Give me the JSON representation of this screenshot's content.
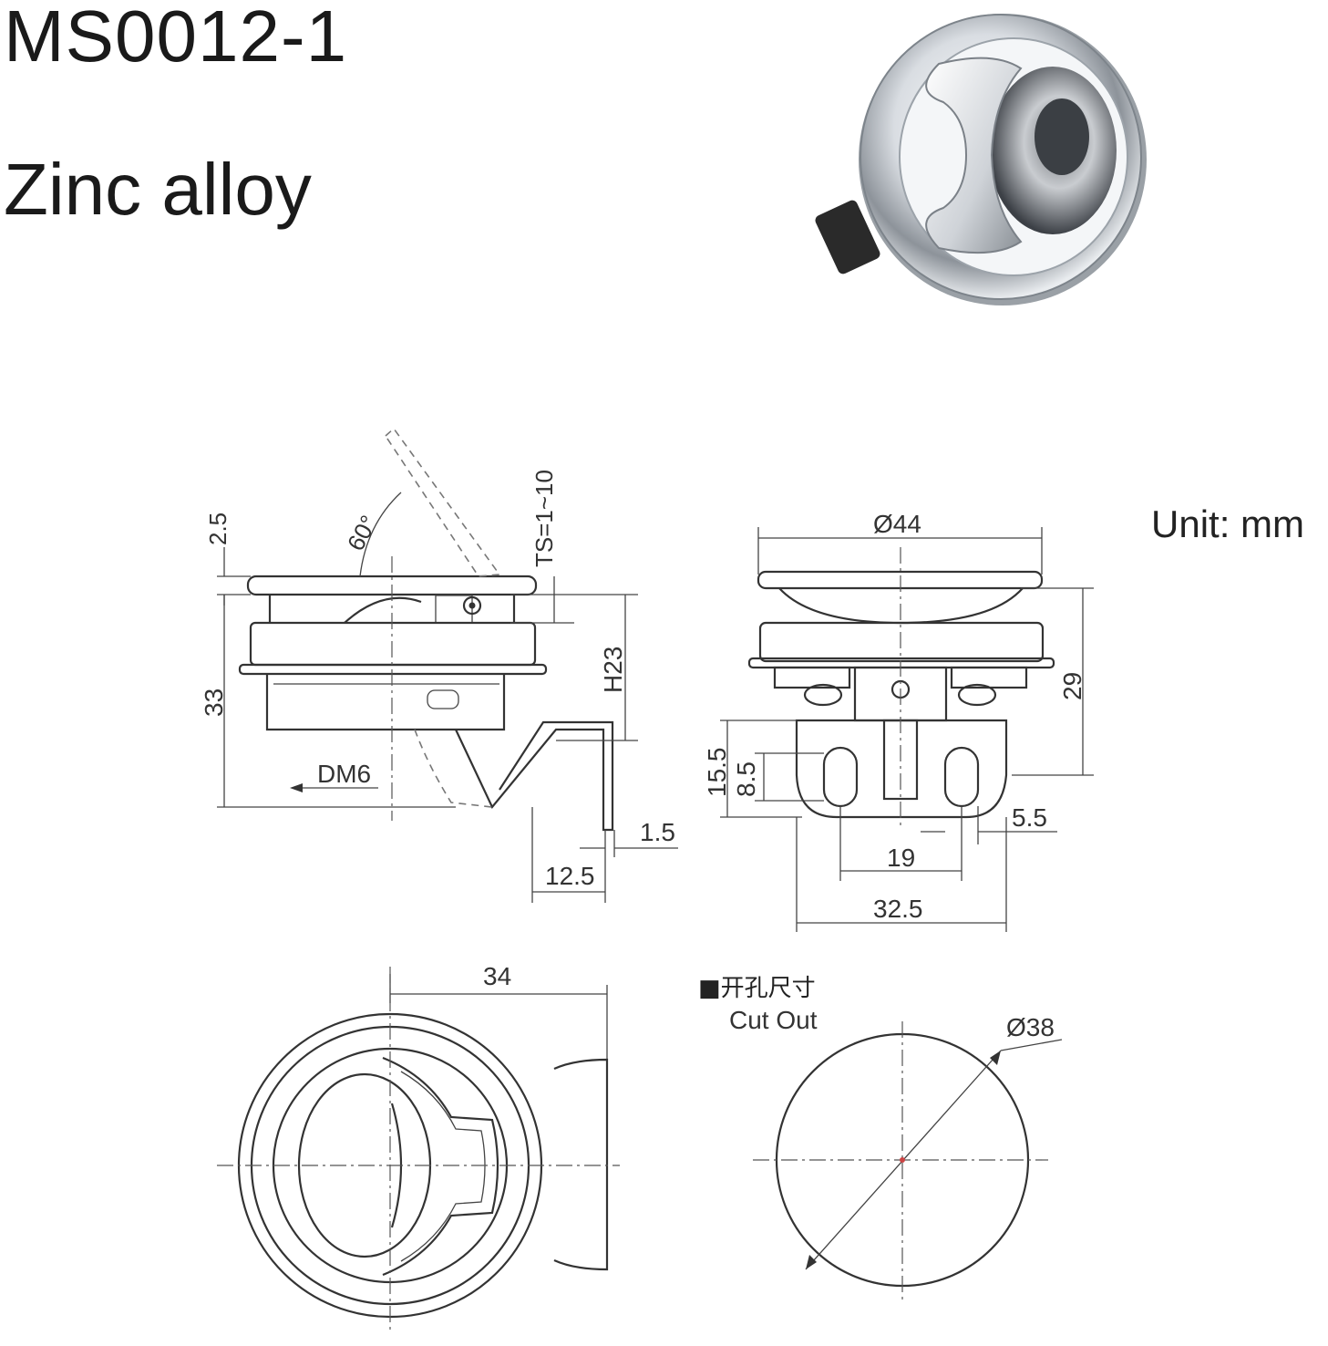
{
  "header": {
    "model": "MS0012-1",
    "material": "Zinc alloy"
  },
  "unit_label": "Unit: mm",
  "photo": {
    "icon": "flush-pull-latch-photo"
  },
  "side_view": {
    "dim_top_thickness": "2.5",
    "angle": "60°",
    "panel_thickness": "TS=1~10",
    "height_total": "33",
    "height_body": "H23",
    "thread": "DM6",
    "cam_thickness": "1.5",
    "cam_offset": "12.5"
  },
  "front_view": {
    "diameter": "Ø44",
    "height": "29",
    "dim_15_5": "15.5",
    "dim_8_5": "8.5",
    "dim_5_5": "5.5",
    "dim_19": "19",
    "dim_32_5": "32.5"
  },
  "top_view": {
    "width": "34"
  },
  "cutout": {
    "label_cn": "■开孔尺寸",
    "label_en": "Cut Out",
    "diameter": "Ø38"
  }
}
